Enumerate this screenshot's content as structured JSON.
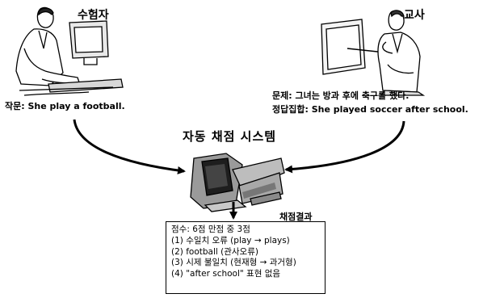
{
  "examinee": {
    "role_label": "수험자",
    "answer_label": "작문:",
    "answer_text": "She play a football."
  },
  "teacher": {
    "role_label": "교사",
    "question_label": "문제:",
    "question_text": "그녀는 방과 후에 축구를 했다.",
    "answer_set_label": "정답집합:",
    "answer_set_text": "She played soccer after school."
  },
  "system": {
    "title": "자동 채점 시스템"
  },
  "result": {
    "heading": "채점결과",
    "lines": [
      "점수: 6점 만점 중 3점",
      "(1) 수일치 오류 (play → plays)",
      "(2) football (관사오류)",
      "(3) 시제 불일치 (현재형 → 과거형)",
      "(4) \"after school\" 표현 없음"
    ]
  }
}
